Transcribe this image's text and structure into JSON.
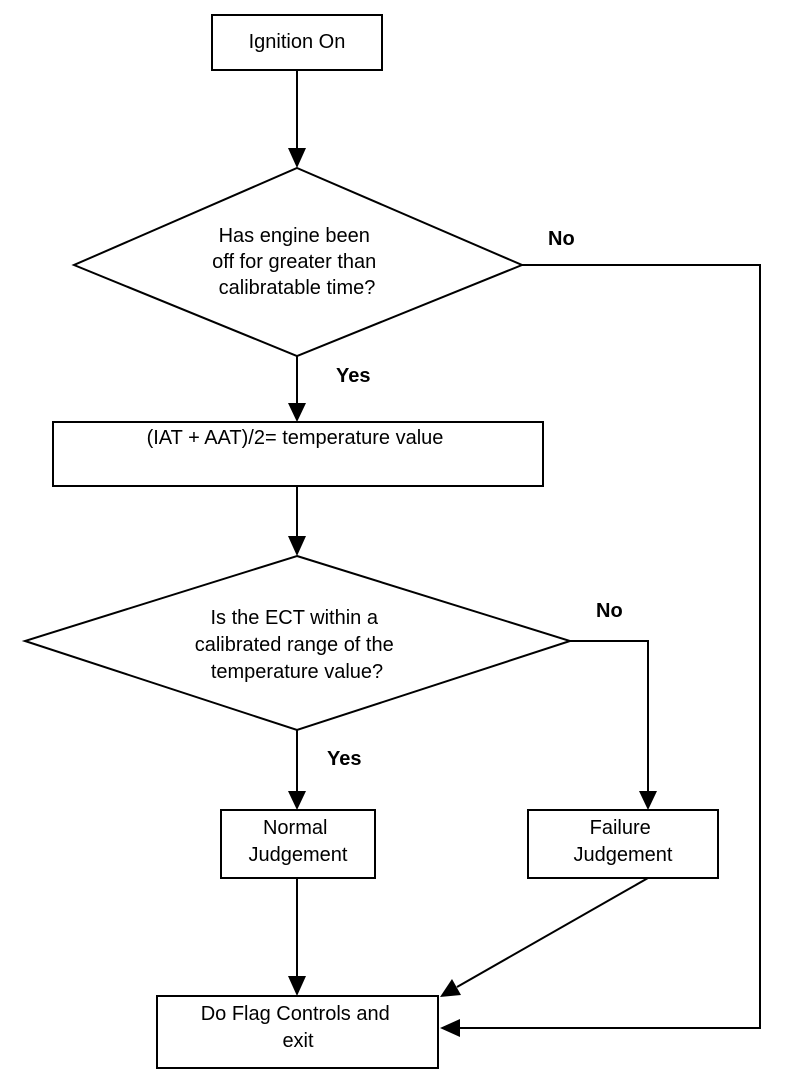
{
  "nodes": {
    "ignition": {
      "lines": [
        "Ignition On"
      ]
    },
    "decision_off_time": {
      "lines": [
        "Has engine been",
        "off for greater than",
        "calibratable time?"
      ]
    },
    "temperature_calc": {
      "lines": [
        "(IAT + AAT)/2= temperature value"
      ]
    },
    "decision_ect": {
      "lines": [
        "Is the ECT within a",
        "calibrated range of the",
        "temperature value?"
      ]
    },
    "normal": {
      "lines": [
        "Normal",
        "Judgement"
      ]
    },
    "failure": {
      "lines": [
        "Failure",
        "Judgement"
      ]
    },
    "flag_controls": {
      "lines": [
        "Do Flag Controls and",
        "exit"
      ]
    }
  },
  "edges": {
    "off_time_no": "No",
    "off_time_yes": "Yes",
    "ect_no": "No",
    "ect_yes": "Yes"
  },
  "colors": {
    "stroke": "#000000",
    "background": "#ffffff"
  }
}
